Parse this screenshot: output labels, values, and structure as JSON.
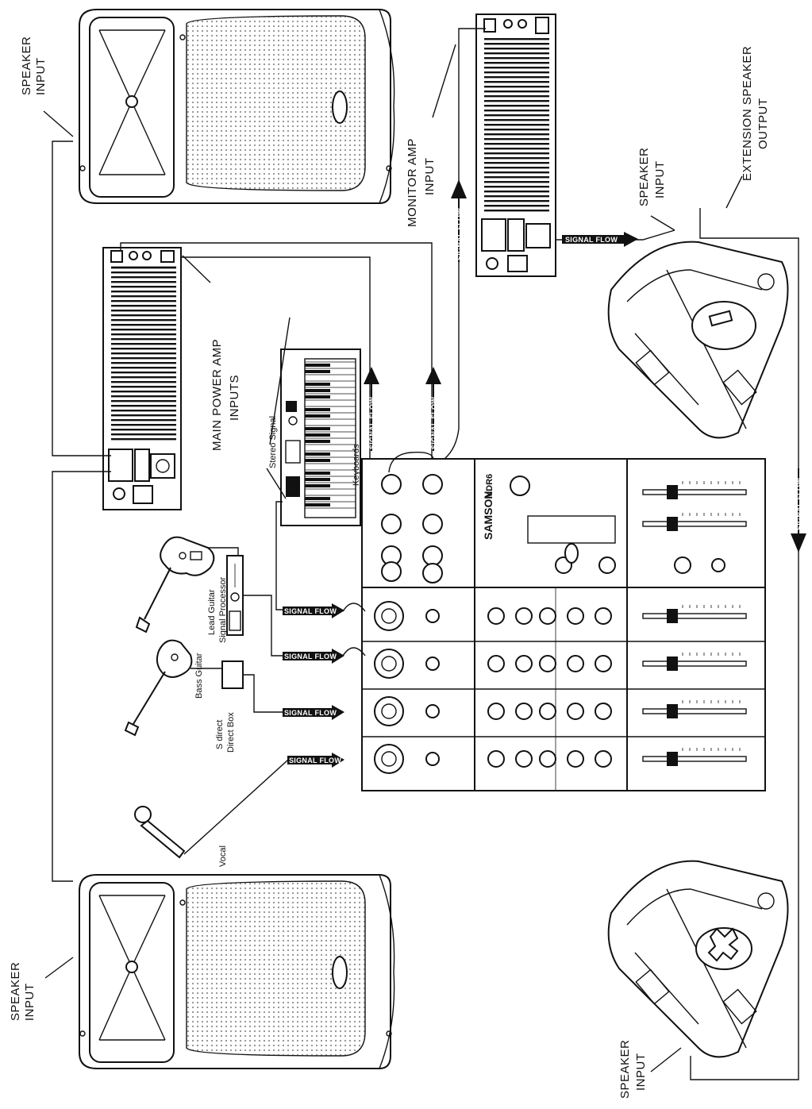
{
  "labels": {
    "speaker_input_top": [
      "SPEAKER",
      "INPUT"
    ],
    "speaker_input_bottom_left": [
      "SPEAKER",
      "INPUT"
    ],
    "speaker_input_monitor_top": [
      "SPEAKER",
      "INPUT"
    ],
    "speaker_input_monitor_bottom": [
      "SPEAKER",
      "INPUT"
    ],
    "monitor_amp_input": [
      "MONITOR AMP",
      "INPUT"
    ],
    "extension_speaker_output": [
      "EXTENSION SPEAKER",
      "OUTPUT"
    ],
    "main_power_amp_inputs": [
      "MAIN POWER AMP",
      "INPUTS"
    ],
    "stereo_signal": "Stereo Signal",
    "keyboards": "Keyboards",
    "lead_guitar": "Lead Guitar",
    "signal_processor": "Signal Processor",
    "bass_guitar": "Bass Guitar",
    "s_direct": "S direct",
    "direct_box": "Direct Box",
    "vocal": "Vocal"
  },
  "signal_flow": "SIGNAL FLOW",
  "mixer": {
    "brand": "SAMSON",
    "model": "MDR6"
  },
  "colors": {
    "ink": "#111111",
    "paper": "#ffffff"
  }
}
